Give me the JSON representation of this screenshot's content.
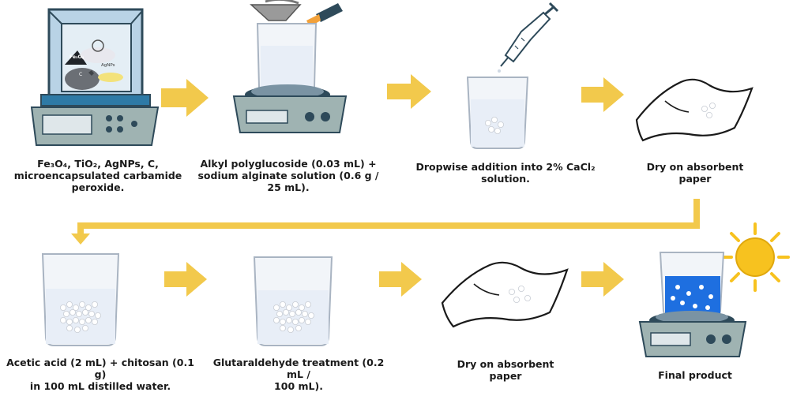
{
  "steps": [
    {
      "id": "s1",
      "caption_lines": [
        "Fe₃O₄, TiO₂, AgNPs, C,",
        "microencapsulated carbamide",
        "peroxide."
      ],
      "labels": {
        "fe3o4": "Fe₃O₄",
        "agnps": "AgNPs",
        "c": "C"
      }
    },
    {
      "id": "s2",
      "caption_lines": [
        "Alkyl polyglucoside (0.03 mL) +",
        "sodium alginate solution (0.6 g /",
        "25 mL)."
      ]
    },
    {
      "id": "s3",
      "caption_lines": [
        "Dropwise addition into 2% CaCl₂",
        "solution."
      ]
    },
    {
      "id": "s4",
      "caption_lines": [
        "Dry on absorbent",
        "paper"
      ]
    },
    {
      "id": "s5",
      "caption_lines": [
        "Acetic acid (2 mL) + chitosan (0.1 g)",
        "in 100 mL distilled water."
      ]
    },
    {
      "id": "s6",
      "caption_lines": [
        "Glutaraldehyde treatment (0.2 mL /",
        "100 mL)."
      ]
    },
    {
      "id": "s7",
      "caption_lines": [
        "Dry on absorbent",
        "paper"
      ]
    },
    {
      "id": "s8",
      "caption_lines": [
        "Final product"
      ]
    }
  ],
  "colors": {
    "arrow": "#f2c94c",
    "balance_body": "#9fb3b2",
    "balance_dark": "#2e4a5a",
    "beaker_liquid": "#e8eef7",
    "final_liquid": "#1e6fe0",
    "sun": "#f7c21f"
  }
}
